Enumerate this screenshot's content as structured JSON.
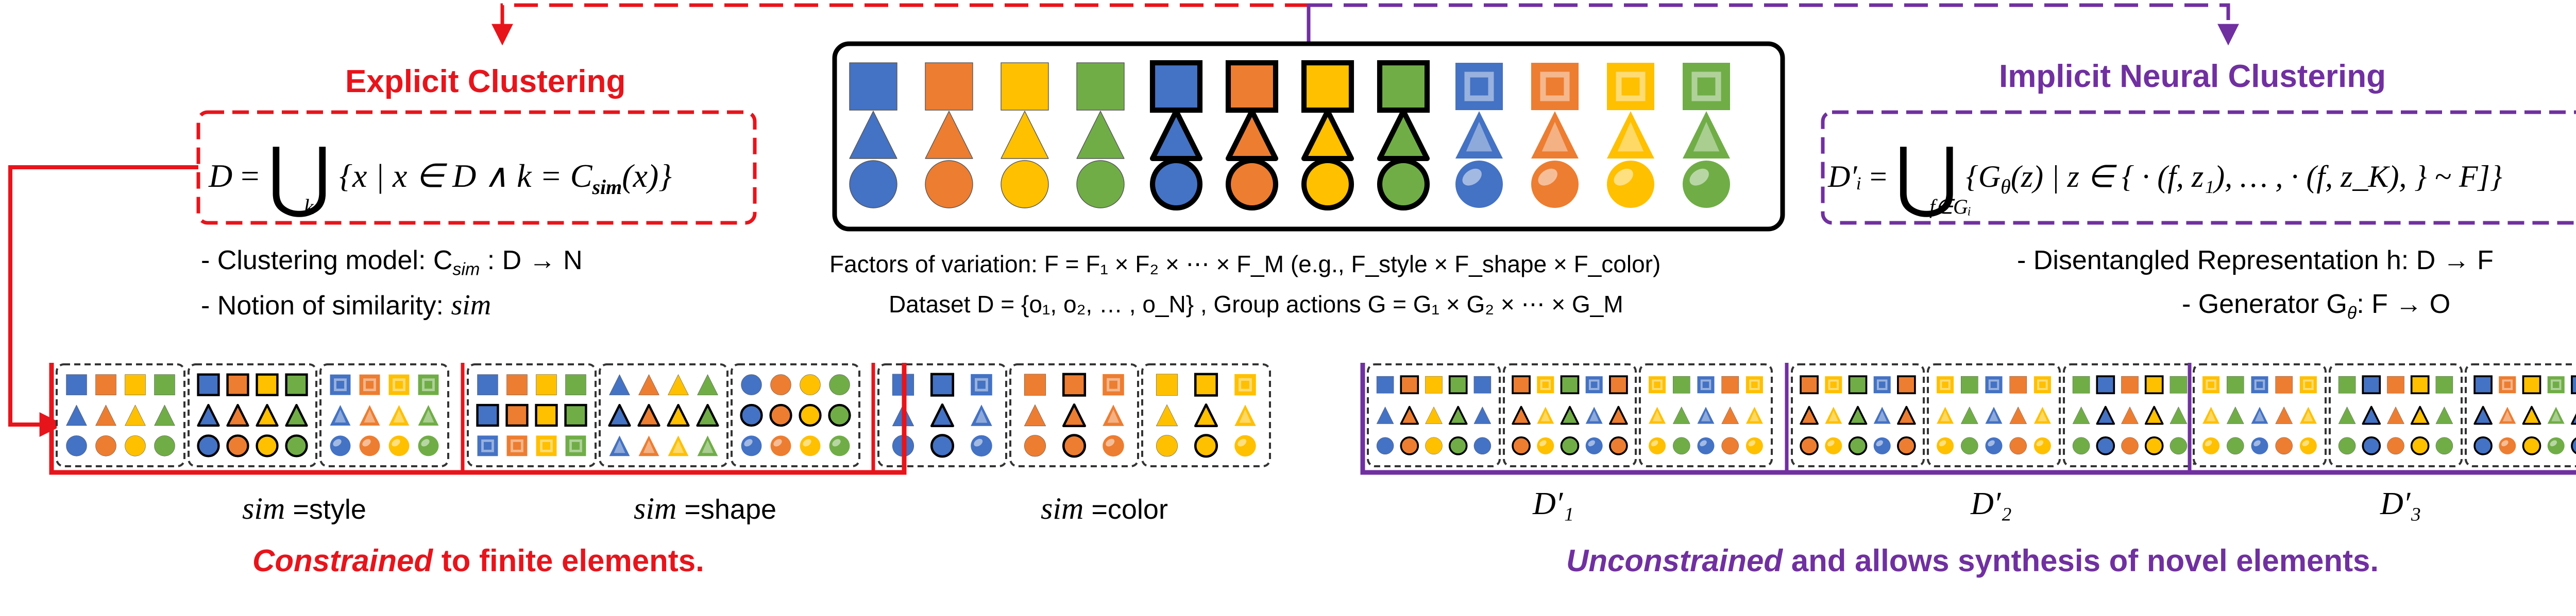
{
  "colors": {
    "red": "#e8141b",
    "purple": "#7030a0",
    "blue": "#4472c4",
    "orange": "#ed7d31",
    "yellow": "#ffc000",
    "green": "#70ad47"
  },
  "left": {
    "title": "Explicit Clustering",
    "equation": {
      "lhs": "D",
      "union_index": "k",
      "body": "{x | x ∈ D ∧ k = C",
      "body_sub": "sim",
      "body_end": "(x)}"
    },
    "bullet1": "- Clustering model: C",
    "bullet1_sub": "sim",
    "bullet1_end": " : D → N",
    "bullet2": "- Notion of similarity: ",
    "bullet2_var": "sim",
    "labels": [
      {
        "var": "sim",
        "text": " =style"
      },
      {
        "var": "sim",
        "text": " =shape"
      },
      {
        "var": "sim",
        "text": " =color"
      }
    ],
    "footer_em": "Constrained",
    "footer_rest": " to finite elements."
  },
  "right": {
    "title": "Implicit Neural Clustering",
    "equation": {
      "lhs": "D′ᵢ",
      "union_index": "f∈Gᵢ",
      "body": "{G",
      "body_sub": "θ",
      "body_end": "(z) | z ∈ { · (f, z₁), … , · (f, z_K), } ~ F]}"
    },
    "bullet1": "- Disentangled Representation h: D → F",
    "bullet2": "- Generator  G",
    "bullet2_sub": "θ",
    "bullet2_end": ": F → O",
    "labels": [
      "D′₁",
      "D′₂",
      "D′₃"
    ],
    "footer_em": "Unconstrained",
    "footer_rest": " and allows synthesis of novel elements."
  },
  "center": {
    "factors_text": "Factors of variation: F = F₁ × F₂ × ⋯ × F_M (e.g., F_style × F_shape × F_color)",
    "dataset_text": "Dataset D = {o₁, o₂, … , o_N} , Group actions G = G₁ × G₂ × ⋯ × G_M"
  },
  "dataset_columns": [
    {
      "color": "blue",
      "style": "plain"
    },
    {
      "color": "orange",
      "style": "plain"
    },
    {
      "color": "yellow",
      "style": "plain"
    },
    {
      "color": "green",
      "style": "plain"
    },
    {
      "color": "blue",
      "style": "bold"
    },
    {
      "color": "orange",
      "style": "bold"
    },
    {
      "color": "yellow",
      "style": "bold"
    },
    {
      "color": "green",
      "style": "bold"
    },
    {
      "color": "blue",
      "style": "fancy"
    },
    {
      "color": "orange",
      "style": "fancy"
    },
    {
      "color": "yellow",
      "style": "fancy"
    },
    {
      "color": "green",
      "style": "fancy"
    }
  ]
}
